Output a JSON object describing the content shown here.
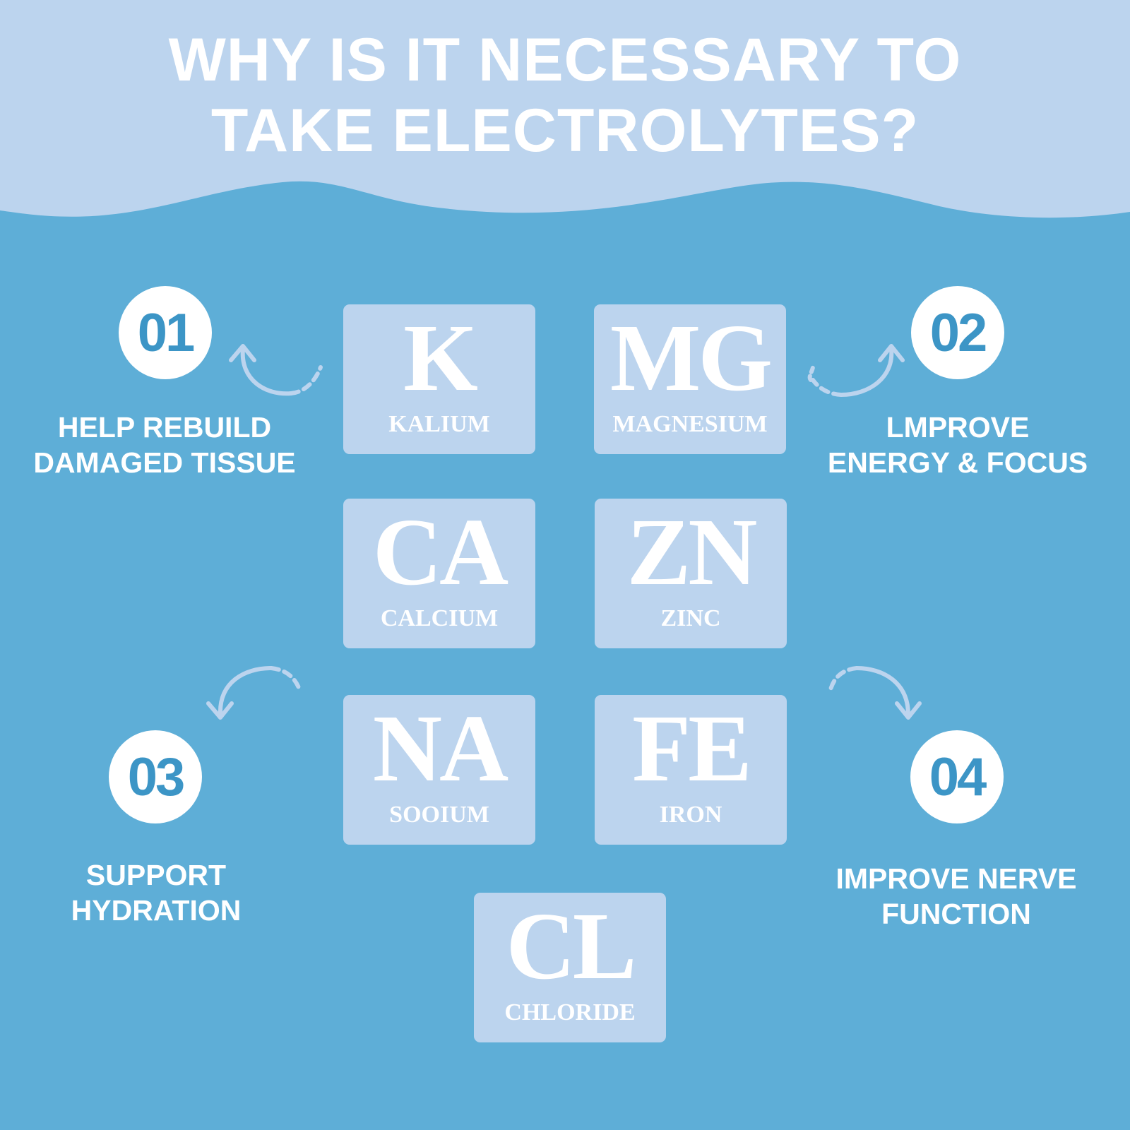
{
  "colors": {
    "background": "#5eaed7",
    "header": "#bcd4ee",
    "tile": "#bcd4ee",
    "badge_text": "#3c95c6",
    "text": "#ffffff",
    "arrow": "#bcd4ee"
  },
  "title": {
    "line1": "WHY IS IT NECESSARY TO",
    "line2": "TAKE ELECTROLYTES?"
  },
  "elements": [
    {
      "symbol": "K",
      "name": "KALIUM"
    },
    {
      "symbol": "MG",
      "name": "MAGNESIUM"
    },
    {
      "symbol": "CA",
      "name": "CALCIUM"
    },
    {
      "symbol": "ZN",
      "name": "ZINC"
    },
    {
      "symbol": "NA",
      "name": "SOOIUM"
    },
    {
      "symbol": "FE",
      "name": "IRON"
    },
    {
      "symbol": "CL",
      "name": "CHLORIDE"
    }
  ],
  "benefits": [
    {
      "number": "01",
      "line1": "HELP REBUILD",
      "line2": "DAMAGED TISSUE"
    },
    {
      "number": "02",
      "line1": "LMPROVE",
      "line2": "ENERGY & FOCUS"
    },
    {
      "number": "03",
      "line1": "SUPPORT",
      "line2": "HYDRATION"
    },
    {
      "number": "04",
      "line1": "IMPROVE NERVE",
      "line2": "FUNCTION"
    }
  ],
  "icons": {
    "arrow": "curved-dashed-arrow-icon"
  }
}
